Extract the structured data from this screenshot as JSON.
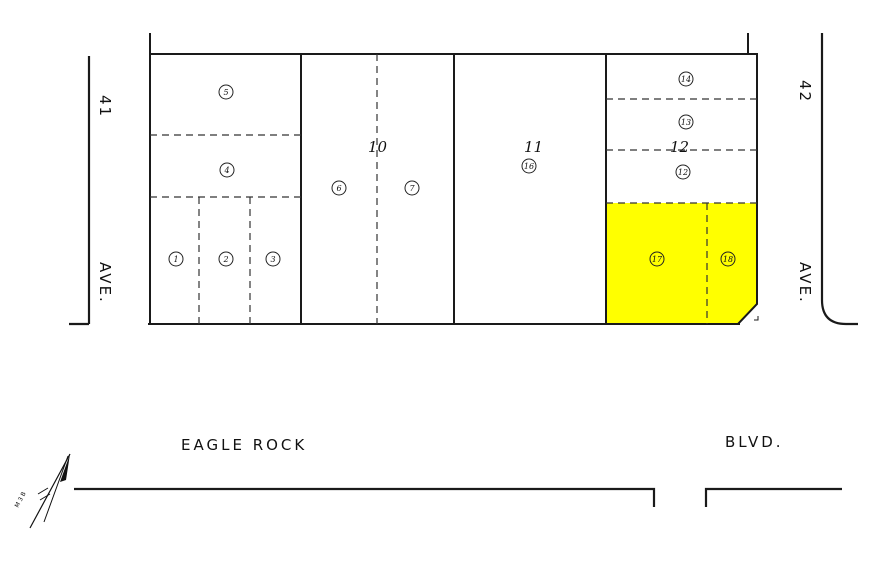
{
  "colors": {
    "highlight": "#ffff00",
    "line": "#1a1a1a",
    "paper": "#ffffff"
  },
  "blocks": {
    "b10": "10",
    "b11": "11",
    "b12": "12"
  },
  "parcels": {
    "p1": "1",
    "p2": "2",
    "p3": "3",
    "p4": "4",
    "p5": "5",
    "p6": "6",
    "p7": "7",
    "p12": "12",
    "p13": "13",
    "p14": "14",
    "p16": "16",
    "p17": "17",
    "p18": "18"
  },
  "streets": {
    "ave41_number": "41",
    "ave41_suffix": "AVE.",
    "ave42_number": "42",
    "ave42_suffix": "AVE.",
    "eagle_rock": "EAGLE ROCK",
    "blvd": "BLVD."
  },
  "north_arrow": {
    "icon": "north-arrow-icon",
    "scale_text": "M 3 B"
  }
}
